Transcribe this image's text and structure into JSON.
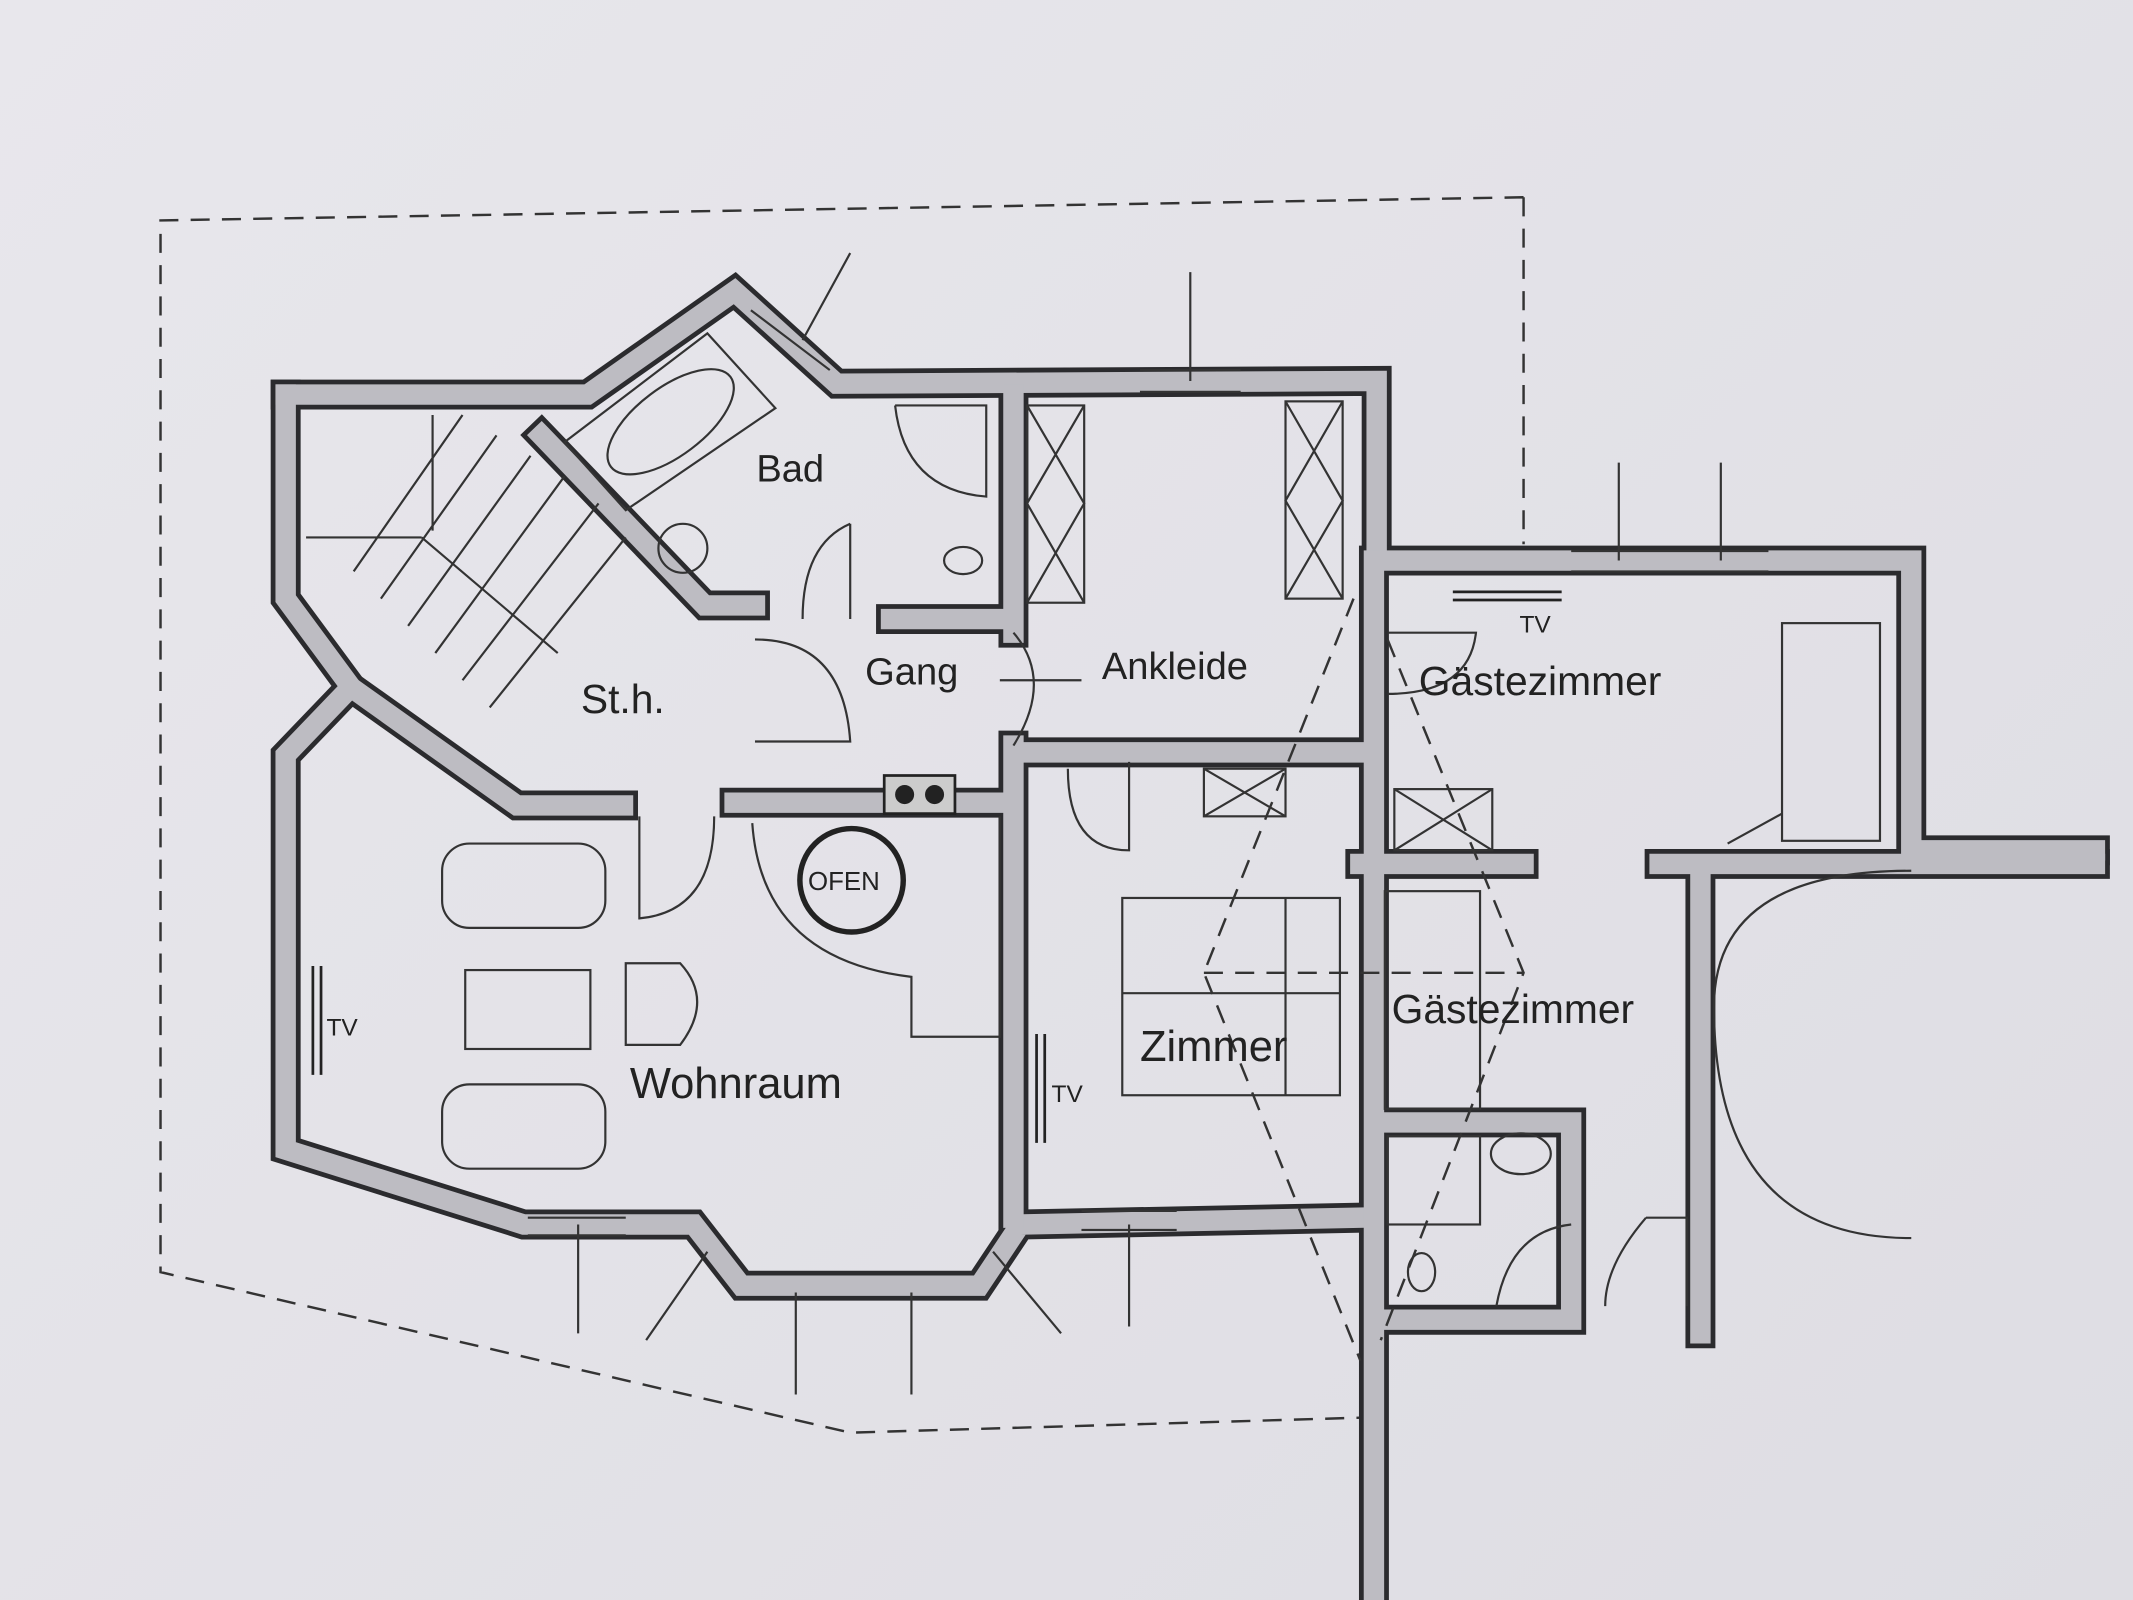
{
  "plan": {
    "rooms": {
      "bad": "Bad",
      "gang": "Gang",
      "ankleide": "Ankleide",
      "treppenhaus": "St.h.",
      "gaestezimmer_1": "Gästezimmer",
      "gaestezimmer_2": "Gästezimmer",
      "zimmer": "Zimmer",
      "wohnraum": "Wohnraum"
    },
    "fixtures": {
      "ofen": "OFEN",
      "tv_wohnraum": "TV",
      "tv_zimmer": "TV",
      "tv_gaeste": "TV"
    },
    "colors": {
      "paper": "#e4e3e8",
      "wall_fill": "#bdbcc2",
      "line": "#2b2b2e"
    }
  }
}
